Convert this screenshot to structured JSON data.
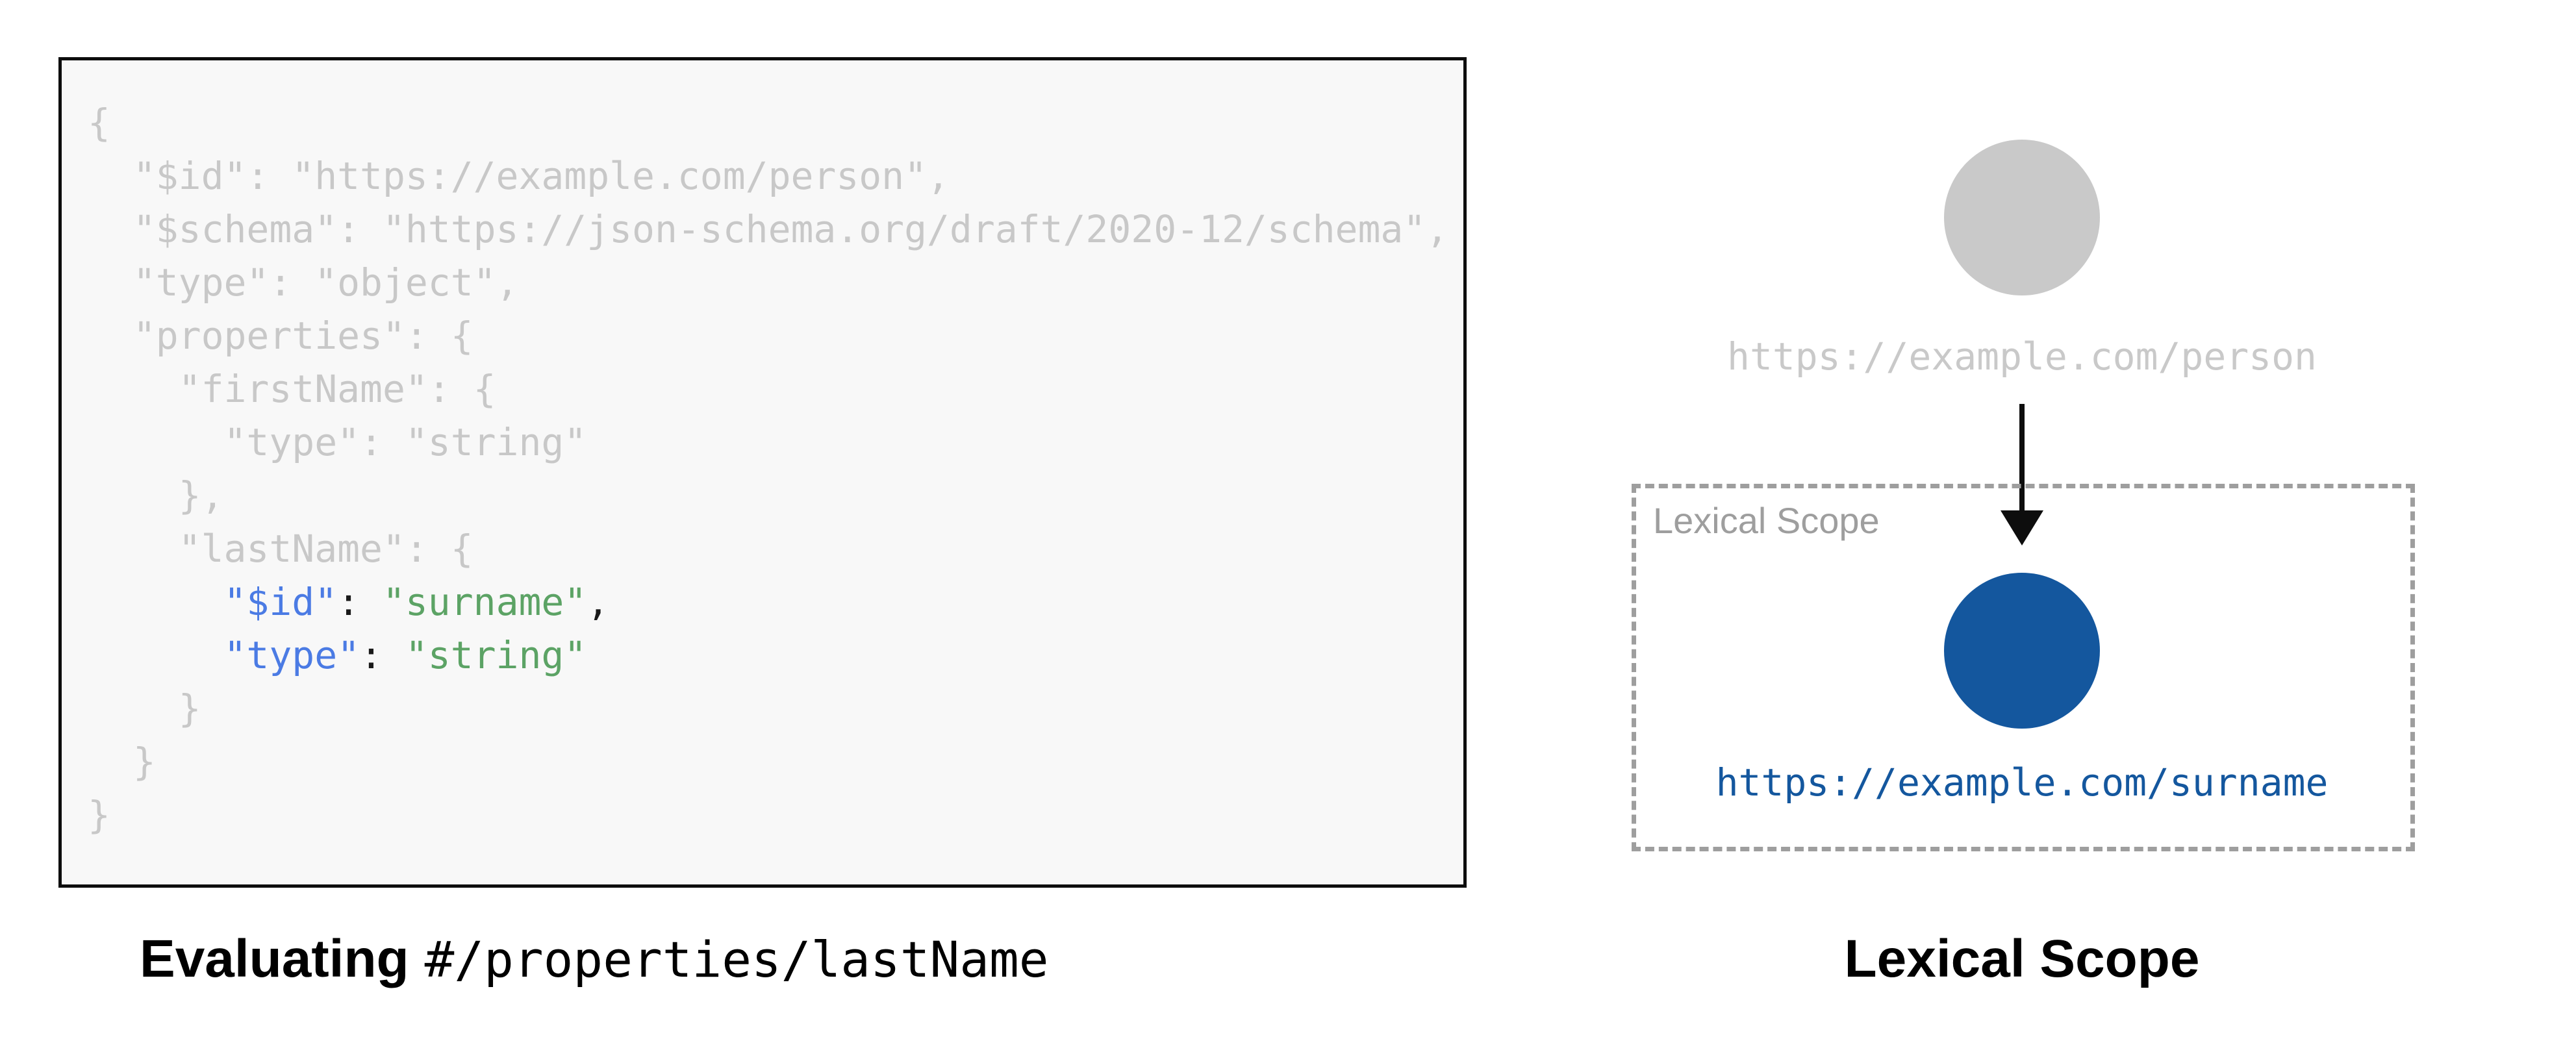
{
  "colors": {
    "panel_bg": "#f8f8f8",
    "border_black": "#0d0d0d",
    "code_gray": "#c8c8c8",
    "code_key_blue": "#4b7be4",
    "code_string_green": "#5ca365",
    "code_punct_black": "#1a1a1a",
    "diagram_blue": "#14579e",
    "light_gray": "#c9c9c9",
    "mid_gray": "#9e9e9e"
  },
  "code": {
    "lines": [
      [
        {
          "t": "{",
          "c": "gray"
        }
      ],
      [
        {
          "t": "  \"$id\": \"https://example.com/person\",",
          "c": "gray"
        }
      ],
      [
        {
          "t": "  \"$schema\": \"https://json-schema.org/draft/2020-12/schema\",",
          "c": "gray"
        }
      ],
      [
        {
          "t": "  \"type\": \"object\",",
          "c": "gray"
        }
      ],
      [
        {
          "t": "  \"properties\": {",
          "c": "gray"
        }
      ],
      [
        {
          "t": "    \"firstName\": {",
          "c": "gray"
        }
      ],
      [
        {
          "t": "      \"type\": \"string\"",
          "c": "gray"
        }
      ],
      [
        {
          "t": "    },",
          "c": "gray"
        }
      ],
      [
        {
          "t": "    \"lastName\": {",
          "c": "gray"
        }
      ],
      [
        {
          "t": "      ",
          "c": "gray"
        },
        {
          "t": "\"$id\"",
          "c": "blue"
        },
        {
          "t": ": ",
          "c": "black"
        },
        {
          "t": "\"surname\"",
          "c": "green"
        },
        {
          "t": ",",
          "c": "black"
        }
      ],
      [
        {
          "t": "      ",
          "c": "gray"
        },
        {
          "t": "\"type\"",
          "c": "blue"
        },
        {
          "t": ": ",
          "c": "black"
        },
        {
          "t": "\"string\"",
          "c": "green"
        }
      ],
      [
        {
          "t": "    }",
          "c": "gray"
        }
      ],
      [
        {
          "t": "  }",
          "c": "gray"
        }
      ],
      [
        {
          "t": "}",
          "c": "gray"
        }
      ]
    ]
  },
  "captions": {
    "left_bold": "Evaluating",
    "left_pointer": "#/properties/lastName",
    "right": "Lexical Scope"
  },
  "diagram": {
    "parent_uri": "https://example.com/person",
    "scope_box_label": "Lexical Scope",
    "child_uri": "https://example.com/surname"
  }
}
